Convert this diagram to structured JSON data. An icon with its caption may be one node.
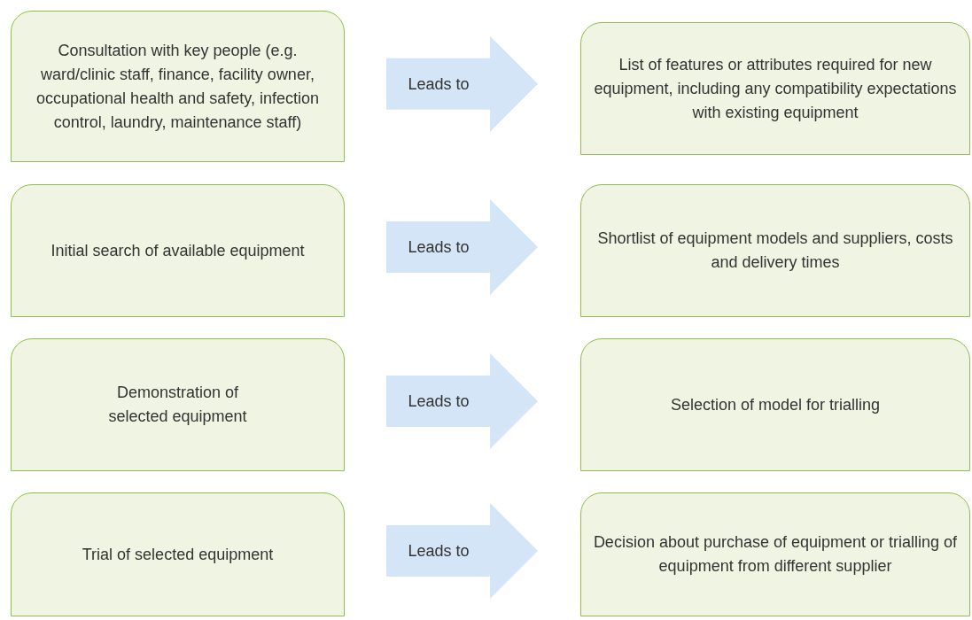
{
  "diagram": {
    "nodes": [
      {
        "text": [
          "Consultation with key people (e.g. ward/clinic staff, finance, facility owner, occupational health and safety, infection control, laundry, maintenance staff)"
        ]
      },
      {
        "text": [
          "List of features or attributes required for new equipment, including any compatibility expectations with existing equipment"
        ]
      },
      {
        "text": [
          "Initial search of available equipment"
        ]
      },
      {
        "text": [
          "Shortlist of equipment models and suppliers, costs and delivery times"
        ]
      },
      {
        "text": [
          "Demonstration of selected equipment"
        ]
      },
      {
        "text": [
          "Selection of model for trialling"
        ]
      },
      {
        "text": [
          "Trial of selected equipment"
        ]
      },
      {
        "text": [
          "Decision about purchase of equipment or trialling of equipment from different supplier"
        ]
      }
    ],
    "edges": [
      {
        "from": 0,
        "to": 1,
        "arrow": "to",
        "label": "Leads to"
      },
      {
        "from": 2,
        "to": 3,
        "arrow": "to",
        "label": "Leads to"
      },
      {
        "from": 4,
        "to": 5,
        "arrow": "to",
        "label": "Leads to"
      },
      {
        "from": 6,
        "to": 7,
        "arrow": "to",
        "label": "Leads to"
      }
    ]
  }
}
